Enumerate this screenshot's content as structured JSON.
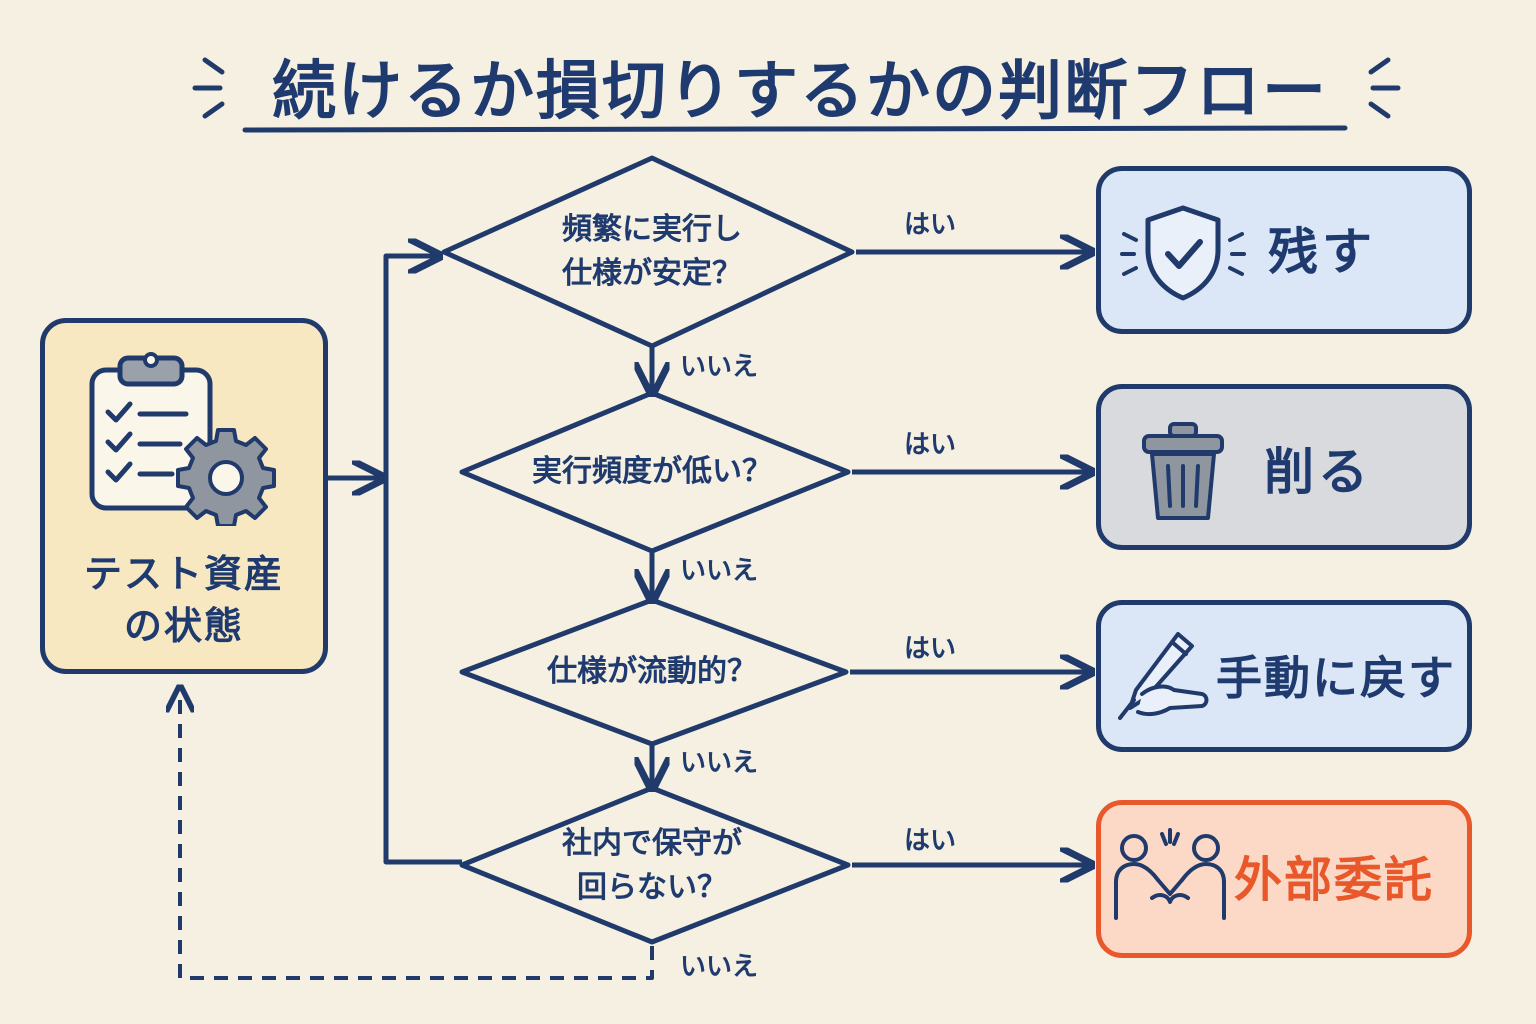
{
  "title": "続けるか損切りするかの判断フロー",
  "start": {
    "line1": "テスト資産",
    "line2": "の状態"
  },
  "questions": [
    {
      "line1": "頻繁に実行し",
      "line2": "仕様が安定？"
    },
    {
      "line1": "実行頻度が低い？",
      "line2": ""
    },
    {
      "line1": "仕様が流動的？",
      "line2": ""
    },
    {
      "line1": "社内で保守が",
      "line2": "回らない？"
    }
  ],
  "edge_labels": {
    "yes": "はい",
    "no": "いいえ"
  },
  "outcomes": [
    {
      "label": "残す",
      "icon": "shield-check-icon",
      "fill": "#dbe7f6",
      "text_color": "#1e3a6e"
    },
    {
      "label": "削る",
      "icon": "trash-icon",
      "fill": "#d8dadd",
      "text_color": "#1e3a6e"
    },
    {
      "label": "手動に戻す",
      "icon": "pencil-hand-icon",
      "fill": "#dbe7f6",
      "text_color": "#1e3a6e"
    },
    {
      "label": "外部委託",
      "icon": "handshake-icon",
      "fill": "#fbd9c6",
      "text_color": "#e8582a"
    }
  ],
  "colors": {
    "background": "#f6f0e2",
    "line": "#1f3a6b",
    "start_fill": "#f7e8c2",
    "accent_orange": "#e8582a"
  }
}
